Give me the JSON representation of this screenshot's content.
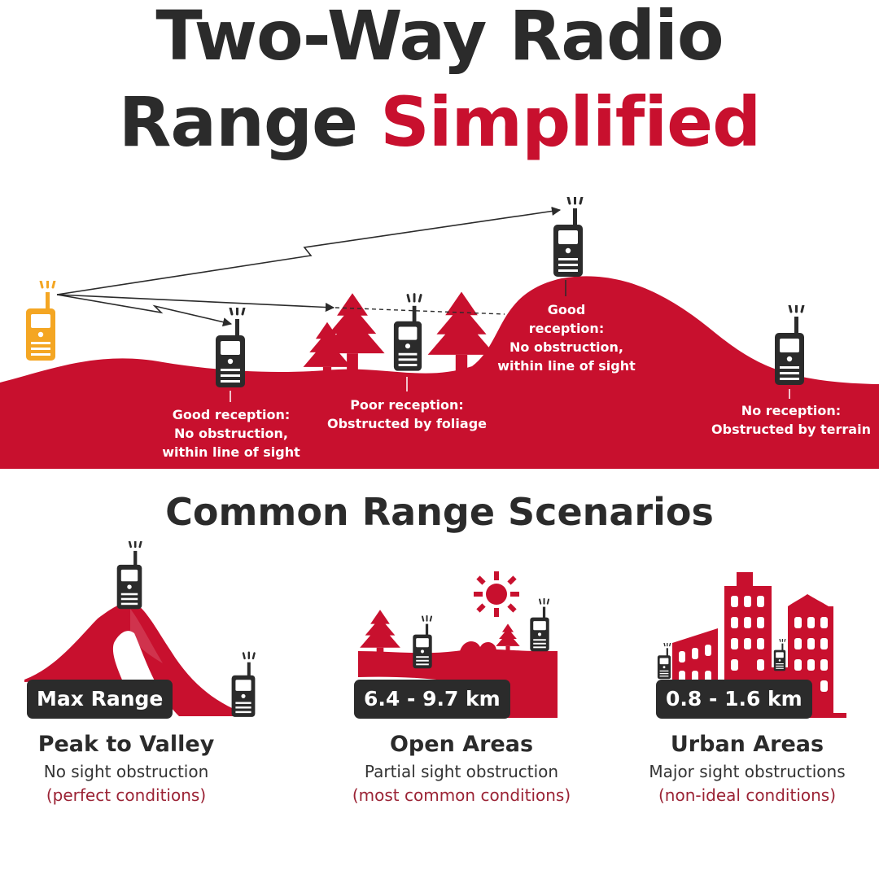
{
  "header": {
    "title_line1": "Two-Way Radio",
    "title_line2_plain": "Range",
    "title_line2_accent": "Simplified"
  },
  "colors": {
    "brand_red": "#c8102e",
    "dark": "#2b2b2b",
    "orange_radio": "#f4a623",
    "note_red": "#9b2335"
  },
  "diagram": {
    "labels": [
      {
        "id": "valley",
        "lines": [
          "Good reception:",
          "No obstruction,",
          "within line of sight"
        ]
      },
      {
        "id": "forest",
        "lines": [
          "Poor reception:",
          "Obstructed by foliage"
        ]
      },
      {
        "id": "hill",
        "lines": [
          "Good",
          "reception:",
          "No obstruction,",
          "within line of sight"
        ]
      },
      {
        "id": "terrain",
        "lines": [
          "No reception:",
          "Obstructed by terrain"
        ]
      }
    ]
  },
  "scenarios": {
    "title": "Common Range Scenarios",
    "items": [
      {
        "badge": "Max Range",
        "title": "Peak to Valley",
        "desc": "No sight obstruction",
        "note": "(perfect conditions)"
      },
      {
        "badge": "6.4 - 9.7 km",
        "title": "Open Areas",
        "desc": "Partial sight obstruction",
        "note": "(most common conditions)"
      },
      {
        "badge": "0.8 - 1.6 km",
        "title": "Urban Areas",
        "desc": "Major sight obstructions",
        "note": "(non-ideal conditions)"
      }
    ]
  }
}
